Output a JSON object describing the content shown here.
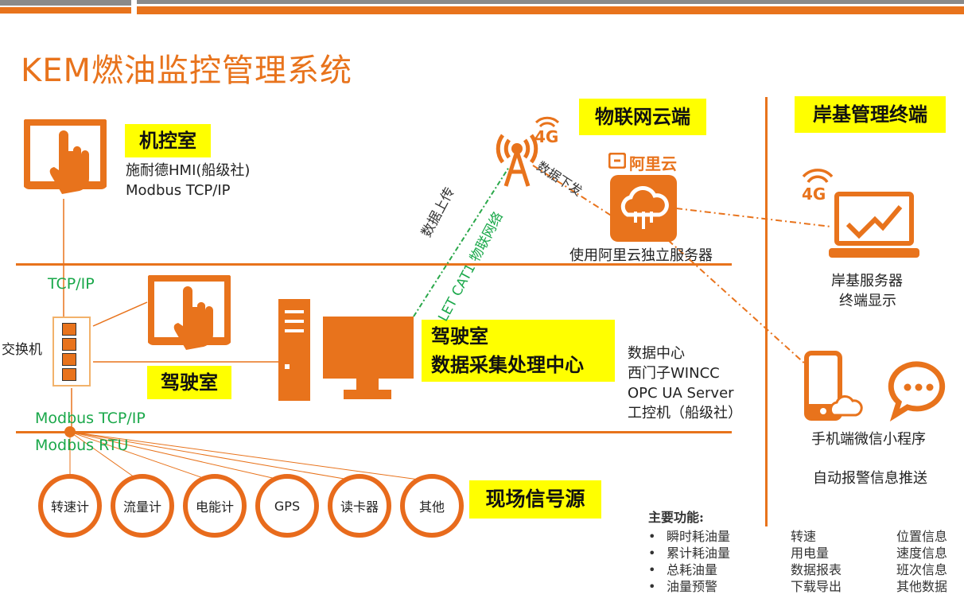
{
  "title": "KEM燃油监控管理系统",
  "engine_room": {
    "label": "机控室",
    "line1": "施耐德HMI(船级社)",
    "line2": "Modbus TCP/IP"
  },
  "tcp_ip": "TCP/IP",
  "switch_label": "交换机",
  "bridge_label": "驾驶室",
  "center": {
    "line1": "驾驶室",
    "line2": "数据采集处理中心"
  },
  "server_info": [
    "数据中心",
    "西门子WINCC",
    "OPC UA Server",
    "工控机（船级社）"
  ],
  "modbus_tcp": "Modbus TCP/IP",
  "modbus_rtu": "Modbus RTU",
  "sensors": [
    "转速计",
    "流量计",
    "电能计",
    "GPS",
    "读卡器",
    "其他"
  ],
  "field_label": "现场信号源",
  "iot_label": "物联网云端",
  "aliyun_brand": "阿里云",
  "aliyun_caption": "使用阿里云独立服务器",
  "upload_label": "数据上传",
  "network_label": "LET CAT1 物联网络",
  "download_label": "数据下发",
  "badge_4g": "4G",
  "shore_label": "岸基管理终端",
  "shore_server": {
    "line1": "岸基服务器",
    "line2": "终端显示"
  },
  "mobile_label": "手机端微信小程序",
  "alarm_label": "自动报警信息推送",
  "features": {
    "heading": "主要功能:",
    "col1": [
      "瞬时耗油量",
      "累计耗油量",
      "总耗油量",
      "油量预警"
    ],
    "col2": [
      "转速",
      "用电量",
      "数据报表",
      "下载导出"
    ],
    "col3": [
      "位置信息",
      "速度信息",
      "班次信息",
      "其他数据"
    ]
  },
  "colors": {
    "accent": "#e8731c",
    "highlight": "#ffff00",
    "network_text": "#1aa84a"
  }
}
